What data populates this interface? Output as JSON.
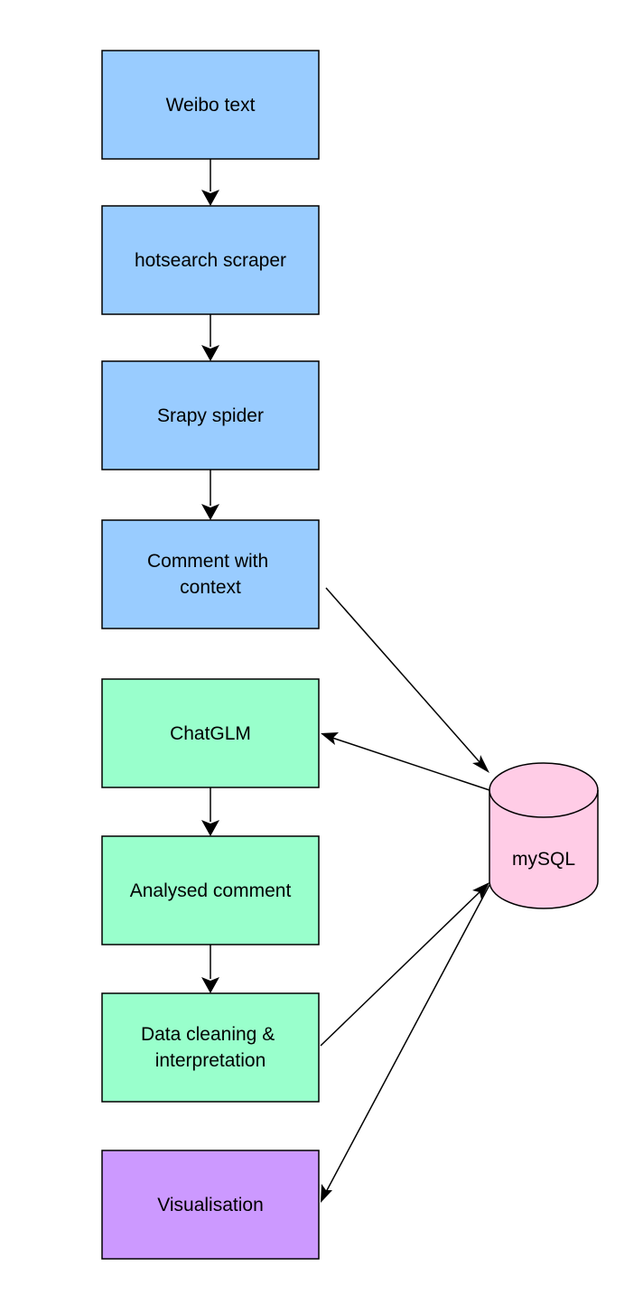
{
  "diagram": {
    "nodes": {
      "weibo_text": {
        "label": [
          "Weibo text"
        ],
        "color": "#99ccff"
      },
      "hotsearch_scraper": {
        "label": [
          "hotsearch scraper"
        ],
        "color": "#99ccff"
      },
      "srapy_spider": {
        "label": [
          "Srapy spider"
        ],
        "color": "#99ccff"
      },
      "comment_with_context": {
        "label": [
          "Comment with",
          "context"
        ],
        "color": "#99ccff"
      },
      "chatglm": {
        "label": [
          "ChatGLM"
        ],
        "color": "#99ffcc"
      },
      "analysed_comment": {
        "label": [
          "Analysed comment"
        ],
        "color": "#99ffcc"
      },
      "data_cleaning": {
        "label": [
          "Data cleaning &",
          "interpretation"
        ],
        "color": "#99ffcc"
      },
      "visualisation": {
        "label": [
          "Visualisation"
        ],
        "color": "#cc99ff"
      },
      "mysql": {
        "label": [
          "mySQL"
        ],
        "color": "#ffcce6"
      }
    },
    "edges": [
      {
        "from": "weibo_text",
        "to": "hotsearch_scraper"
      },
      {
        "from": "hotsearch_scraper",
        "to": "srapy_spider"
      },
      {
        "from": "srapy_spider",
        "to": "comment_with_context"
      },
      {
        "from": "comment_with_context",
        "to": "mysql"
      },
      {
        "from": "mysql",
        "to": "chatglm"
      },
      {
        "from": "chatglm",
        "to": "analysed_comment"
      },
      {
        "from": "analysed_comment",
        "to": "data_cleaning"
      },
      {
        "from": "data_cleaning",
        "to": "mysql"
      },
      {
        "from": "mysql",
        "to": "visualisation"
      }
    ]
  }
}
